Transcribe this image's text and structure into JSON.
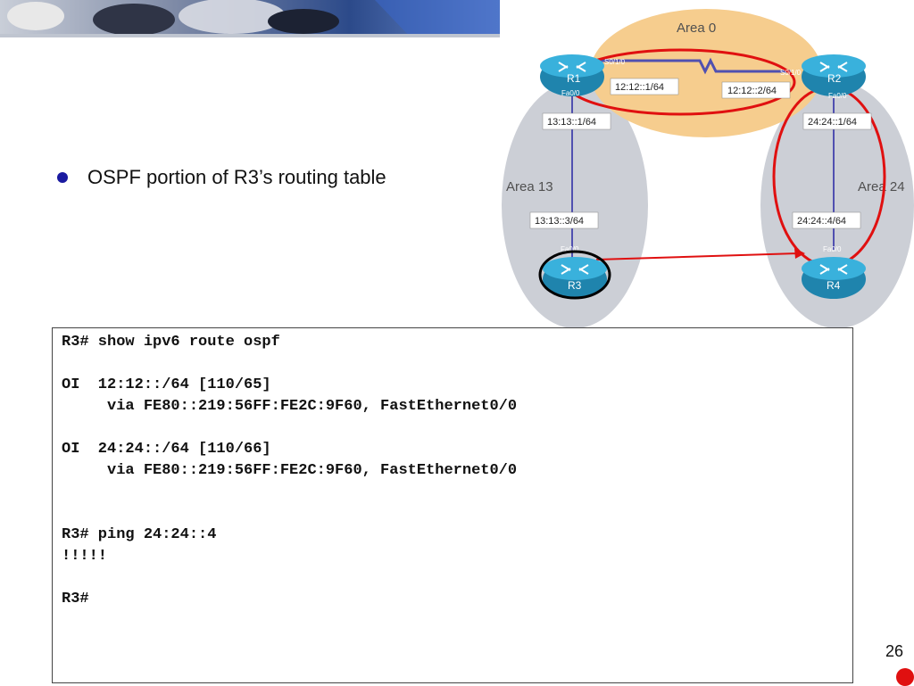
{
  "slide": {
    "bullet": "OSPF portion of R3’s routing table",
    "page_number": "26"
  },
  "diagram": {
    "areas": [
      "Area 0",
      "Area 13",
      "Area 24"
    ],
    "routers": [
      "R1",
      "R2",
      "R3",
      "R4"
    ],
    "interfaces": {
      "r1_serial": "S0/1/0",
      "r1_fa": "Fa0/0",
      "r2_serial": "S0/1/0",
      "r2_fa": "Fa0/0",
      "r3_fa": "Fa0/0",
      "r4_fa": "Fa0/0"
    },
    "addresses": {
      "r1_serial": "12:12::1/64",
      "r2_serial": "12:12::2/64",
      "r1_fa": "13:13::1/64",
      "r3_fa": "13:13::3/64",
      "r2_fa": "24:24::1/64",
      "r4_fa": "24:24::4/64"
    },
    "colors": {
      "area0": "#f6cd8e",
      "area_side": "#cccfd6",
      "router": "#2a9fc4",
      "highlight": "#e01010",
      "link": "#5050b0"
    }
  },
  "cli": {
    "lines": [
      "R3# show ipv6 route ospf",
      "OI  12:12::/64 [110/65]",
      "     via FE80::219:56FF:FE2C:9F60, FastEthernet0/0",
      "OI  24:24::/64 [110/66]",
      "     via FE80::219:56FF:FE2C:9F60, FastEthernet0/0",
      "R3# ping 24:24::4",
      "!!!!!",
      "R3#"
    ]
  }
}
